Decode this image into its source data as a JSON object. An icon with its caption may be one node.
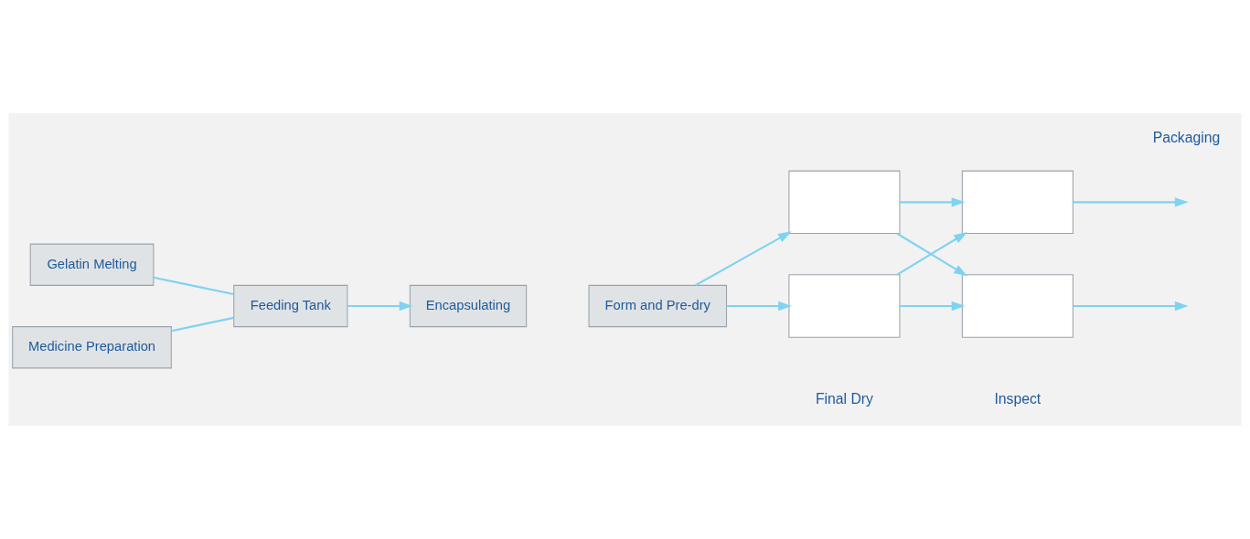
{
  "diagram": {
    "nodes": [
      {
        "text": [
          "Gelatin Melting"
        ]
      },
      {
        "text": [
          "Medicine Preparation"
        ]
      },
      {
        "text": [
          "Feeding Tank"
        ]
      },
      {
        "text": [
          "Encapsulating"
        ]
      },
      {
        "text": [
          "Form and Pre-dry"
        ]
      },
      {
        "text": [],
        "shape": "box"
      },
      {
        "text": [],
        "shape": "box"
      },
      {
        "text": [],
        "shape": "box"
      },
      {
        "text": [],
        "shape": "box"
      }
    ],
    "edges": [
      {
        "from": 0,
        "to": 2,
        "arrow": "none"
      },
      {
        "from": 1,
        "to": 2,
        "arrow": "none"
      },
      {
        "from": 2,
        "to": 3,
        "arrow": "to"
      },
      {
        "from": 4,
        "to": 5,
        "arrow": "to"
      },
      {
        "from": 4,
        "to": 6,
        "arrow": "to"
      },
      {
        "from": 5,
        "to": 7,
        "arrow": "to"
      },
      {
        "from": 5,
        "to": 8,
        "arrow": "to"
      },
      {
        "from": 6,
        "to": 7,
        "arrow": "to"
      },
      {
        "from": 6,
        "to": 8,
        "arrow": "to"
      },
      {
        "from": 7,
        "to": null,
        "arrow": "to"
      },
      {
        "from": 8,
        "to": null,
        "arrow": "to"
      }
    ],
    "labels": [
      "Final Dry",
      "Inspect",
      "Packaging"
    ]
  }
}
